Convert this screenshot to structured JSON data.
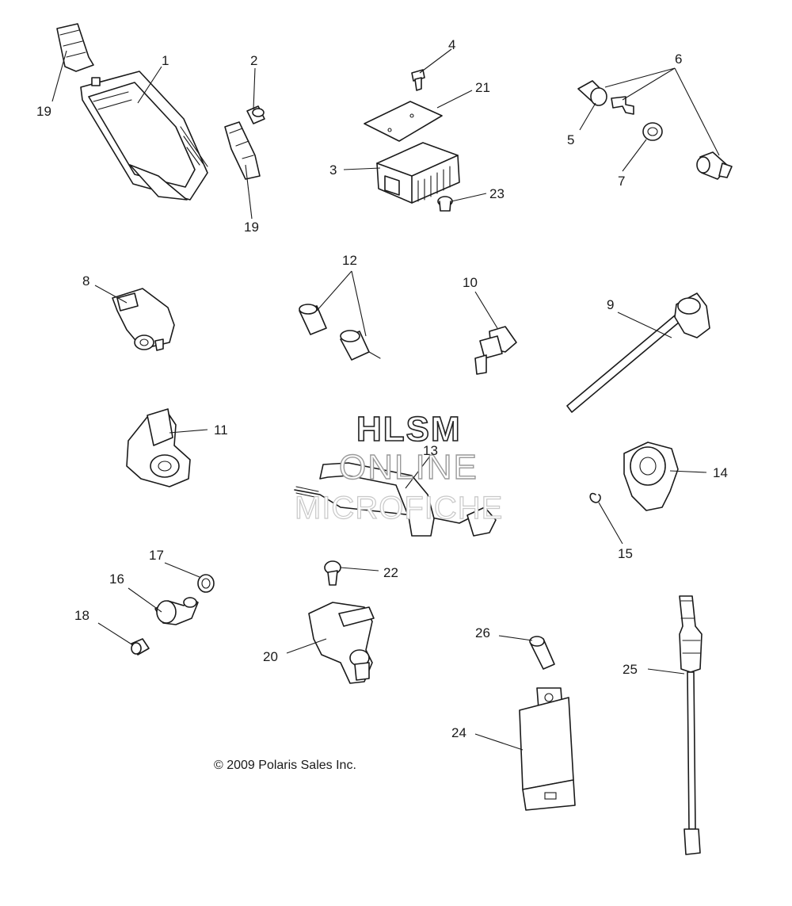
{
  "watermark": {
    "line1": "HLSM",
    "line2": "ONLINE",
    "line3": "MICROFICHE"
  },
  "copyright": "© 2009 Polaris Sales Inc.",
  "callouts": {
    "c1": "1",
    "c2": "2",
    "c3": "3",
    "c4": "4",
    "c5": "5",
    "c6": "6",
    "c7": "7",
    "c8": "8",
    "c9": "9",
    "c10": "10",
    "c11": "11",
    "c12": "12",
    "c13": "13",
    "c14": "14",
    "c15": "15",
    "c16": "16",
    "c17": "17",
    "c18": "18",
    "c19a": "19",
    "c19b": "19",
    "c20": "20",
    "c21": "21",
    "c22": "22",
    "c23": "23",
    "c24": "24",
    "c25": "25",
    "c26": "26"
  }
}
